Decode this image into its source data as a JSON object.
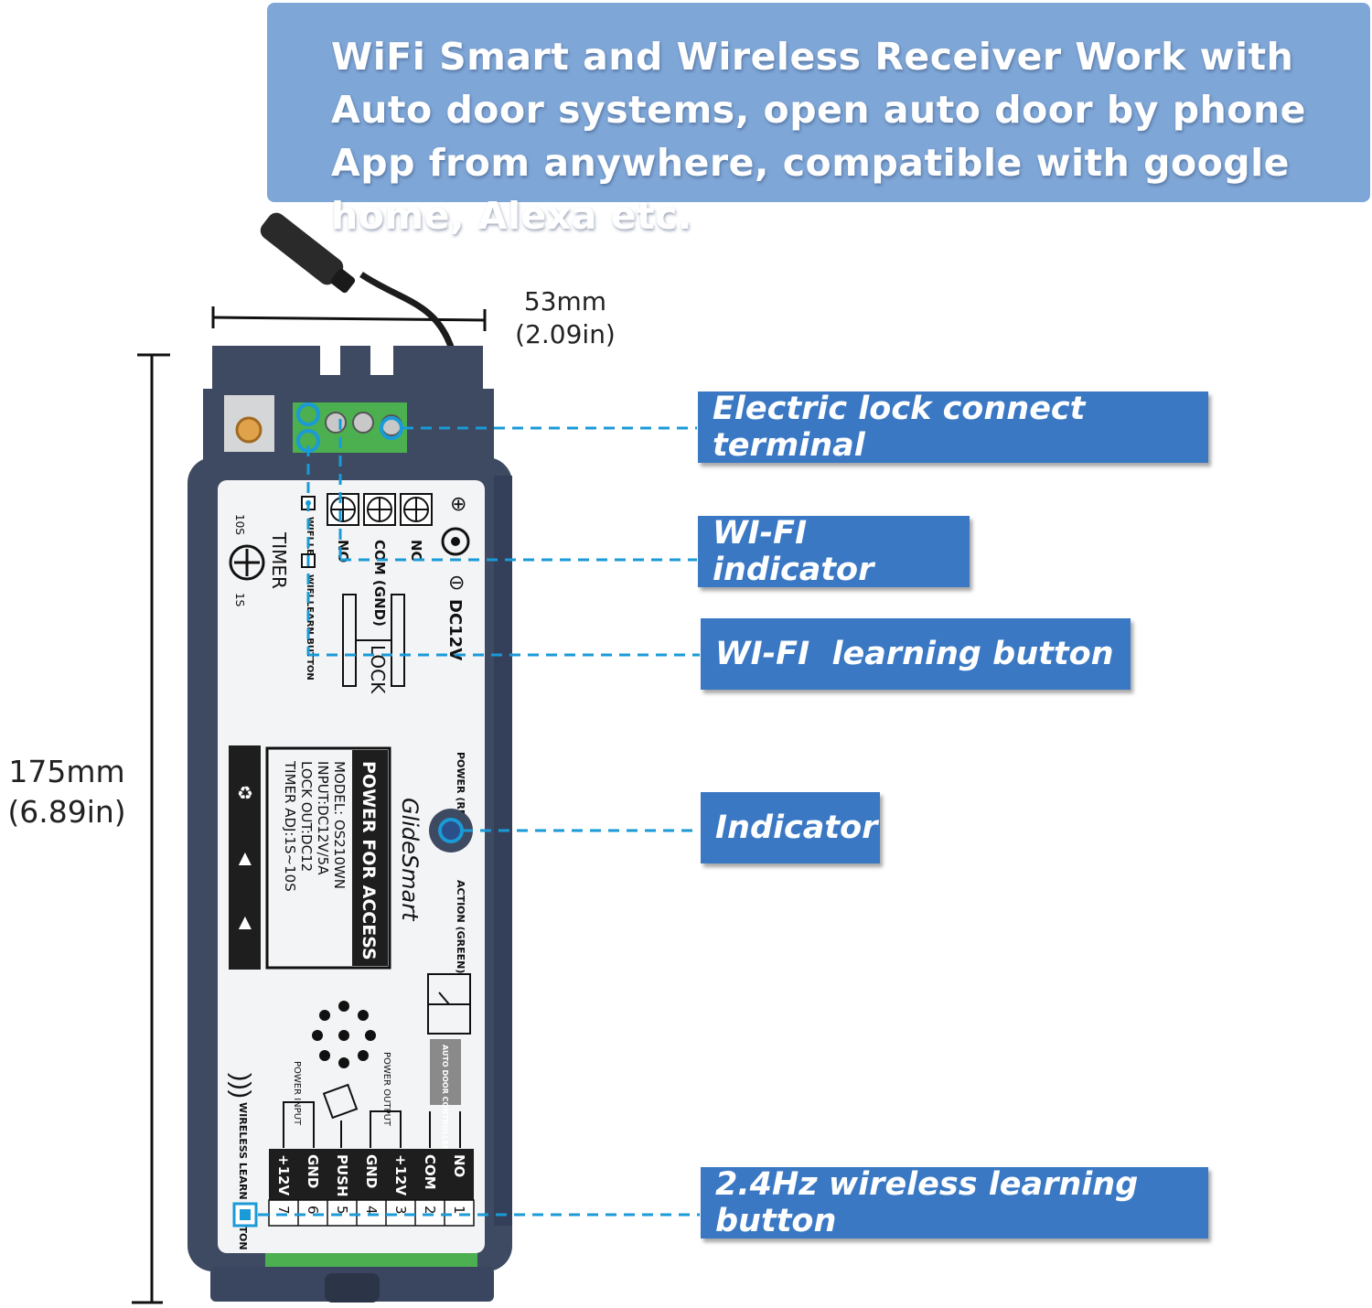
{
  "banner": {
    "text": "WiFi Smart and Wireless Receiver Work with Auto door systems, open auto door by phone App from anywhere, compatible with google home, Alexa etc."
  },
  "dimensions": {
    "width_mm": "53mm",
    "width_in": "(2.09in)",
    "height_mm": "175mm",
    "height_in": "(6.89in)"
  },
  "callouts": [
    {
      "label": "Electric lock connect terminal"
    },
    {
      "label": "WI-FI indicator"
    },
    {
      "label": "WI-FI  learning button"
    },
    {
      "label": "Indicator"
    },
    {
      "label": "2.4Hz wireless learning button"
    }
  ],
  "device": {
    "brand": "GlideSmart",
    "label_title": "POWER FOR ACCESS",
    "model": "MODEL: OS210WN",
    "input": "INPUT:DC12V/5A",
    "lock_out": "LOCK OUT:DC12",
    "timer_adj": "TIMER ADJ:1S~10S",
    "timer": "TIMER",
    "timer_10s": "10S",
    "timer_1s": "1S",
    "wifi_led": "WIFI LED",
    "wifi_learn_button": "WIFI LEARN BUTTON",
    "dc12v": "DC12V",
    "plus": "⊕",
    "minus": "⊖",
    "lock": "LOCK",
    "lock_terminals": [
      "NO",
      "COM (GND)",
      "NC"
    ],
    "power_red": "POWER (RED)",
    "action_green": "ACTION (GREEN)",
    "auto_door_controller": "AUTO DOOR CONTROLLER",
    "power_input": "POWER INPUT",
    "power_output": "POWER OUTPUT",
    "wireless_learn_button": "WIRELESS LEARN BUTTON",
    "bottom_terminals": [
      "+12V",
      "GND",
      "PUSH",
      "GND",
      "+12V",
      "COM",
      "NO"
    ],
    "terminal_numbers": [
      "7",
      "6",
      "5",
      "4",
      "3",
      "2",
      "1"
    ]
  },
  "colors": {
    "banner": "#7ea6d6",
    "callout": "#3a78c4",
    "leader": "#1a9ad6",
    "housing": "#3d4a61",
    "terminal": "#4caf50"
  }
}
